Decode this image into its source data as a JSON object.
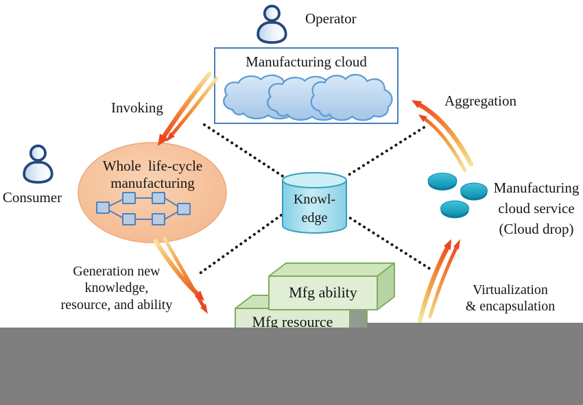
{
  "figure": {
    "operator": "Operator",
    "consumer": "Consumer",
    "cloud_box_title": "Manufacturing cloud",
    "invoking": "Invoking",
    "aggregation": "Aggregation",
    "lifecycle": {
      "line1": "Whole life-cycle",
      "line2": "manufacturing"
    },
    "knowledge": {
      "line1": "Knowl-",
      "line2": "edge"
    },
    "cloud_service": {
      "line1": "Manufacturing",
      "line2": "cloud service",
      "line3": "(Cloud drop)"
    },
    "generation": {
      "line1": "Generation new",
      "line2": "knowledge,",
      "line3": "resource, and ability"
    },
    "virtualization": {
      "line1": "Virtualization",
      "line2": "& encapsulation"
    },
    "mfg_ability": "Mfg ability",
    "mfg_resource": "Mfg resource",
    "colors": {
      "arrow_orange": "#e8491f",
      "box_border_blue": "#4a7ebb",
      "cloud_blue": "#aecbe8",
      "ellipse_peach": "#f6c49e",
      "cylinder_cyan": "#9fdcee",
      "drop_teal": "#18a9cb",
      "mfg_box_green": "#dcebd1",
      "flow_square_blue": "#b8cce4",
      "gray_bar": "#7f7f7f"
    }
  }
}
